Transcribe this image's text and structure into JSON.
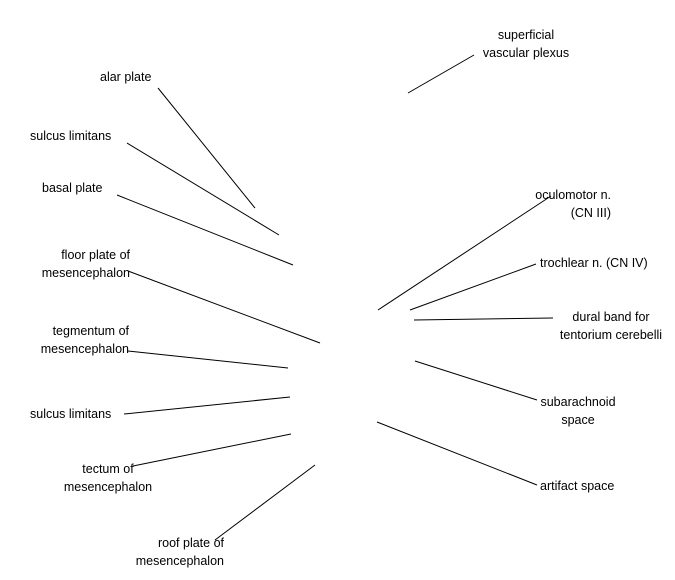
{
  "line_color": "#000000",
  "background": "#ffffff",
  "labels": {
    "superficial_vascular_plexus": [
      "superficial",
      "vascular plexus"
    ],
    "alar_plate": [
      "alar plate"
    ],
    "sulcus_limitans_upper": [
      "sulcus limitans"
    ],
    "basal_plate": [
      "basal plate"
    ],
    "floor_plate": [
      "floor plate of",
      "mesencephalon"
    ],
    "tegmentum": [
      "tegmentum of",
      "mesencephalon"
    ],
    "sulcus_limitans_lower": [
      "sulcus limitans"
    ],
    "tectum": [
      "tectum of",
      "mesencephalon"
    ],
    "roof_plate": [
      "roof plate of",
      "mesencephalon"
    ],
    "oculomotor": [
      "oculomotor n.",
      "(CN III)"
    ],
    "trochlear": [
      "trochlear n. (CN IV)"
    ],
    "dural_band": [
      "dural band for",
      "tentorium cerebelli"
    ],
    "subarachnoid": [
      "subarachnoid",
      "space"
    ],
    "artifact": [
      "artifact space"
    ]
  }
}
